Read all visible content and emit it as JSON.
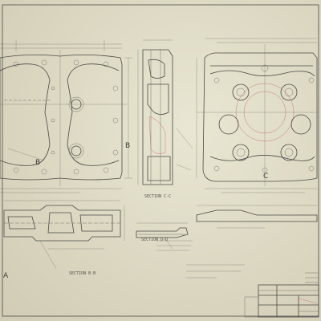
{
  "labels": {
    "section_cc": "SECTION C-C",
    "section_bb": "SECTION B-B",
    "section_dd": "SECTION D-D",
    "marker_b_left": "B",
    "marker_b_right": "B",
    "marker_c": "C",
    "marker_a": "A"
  },
  "colors": {
    "paper": "#ddd9c3",
    "line": "#4a4a48",
    "red_markup": "#c77a78",
    "border": "#3a2a1c"
  }
}
